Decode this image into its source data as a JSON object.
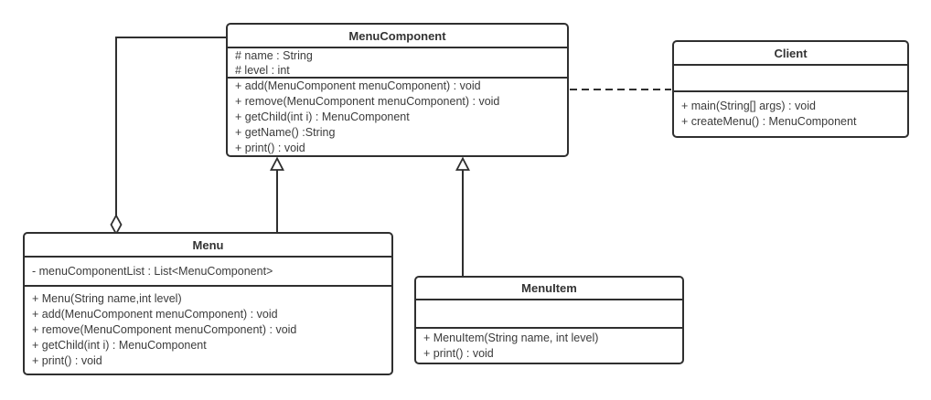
{
  "diagram": {
    "kind": "uml-class-diagram",
    "colors": {
      "border": "#2f2f2f",
      "text": "#3b3b3b",
      "background": "#ffffff"
    },
    "classes": {
      "menu_component": {
        "title": "MenuComponent",
        "attributes": [
          "# name : String",
          "# level : int"
        ],
        "methods": [
          "+ add(MenuComponent menuComponent) : void",
          "+ remove(MenuComponent menuComponent) : void",
          "+ getChild(int i) : MenuComponent",
          "+ getName() :String",
          "+ print() : void"
        ]
      },
      "client": {
        "title": "Client",
        "attributes": [],
        "methods": [
          "+ main(String[] args) : void",
          "+ createMenu() : MenuComponent"
        ]
      },
      "menu": {
        "title": "Menu",
        "attributes": [
          "- menuComponentList : List<MenuComponent>"
        ],
        "methods": [
          "+ Menu(String name,int level)",
          "+ add(MenuComponent menuComponent) : void",
          "+ remove(MenuComponent menuComponent) : void",
          "+ getChild(int i) : MenuComponent",
          "+ print() : void"
        ]
      },
      "menu_item": {
        "title": "MenuItem",
        "attributes": [],
        "methods": [
          "+ MenuItem(String name, int level)",
          "+ print() : void"
        ]
      }
    },
    "relationships": [
      {
        "type": "aggregation",
        "whole": "Menu",
        "part": "MenuComponent",
        "marker": "hollow-diamond-at-menu"
      },
      {
        "type": "generalization",
        "child": "Menu",
        "parent": "MenuComponent",
        "marker": "hollow-triangle"
      },
      {
        "type": "generalization",
        "child": "MenuItem",
        "parent": "MenuComponent",
        "marker": "hollow-triangle"
      },
      {
        "type": "dependency",
        "from": "Client",
        "to": "MenuComponent",
        "style": "dashed"
      }
    ]
  }
}
